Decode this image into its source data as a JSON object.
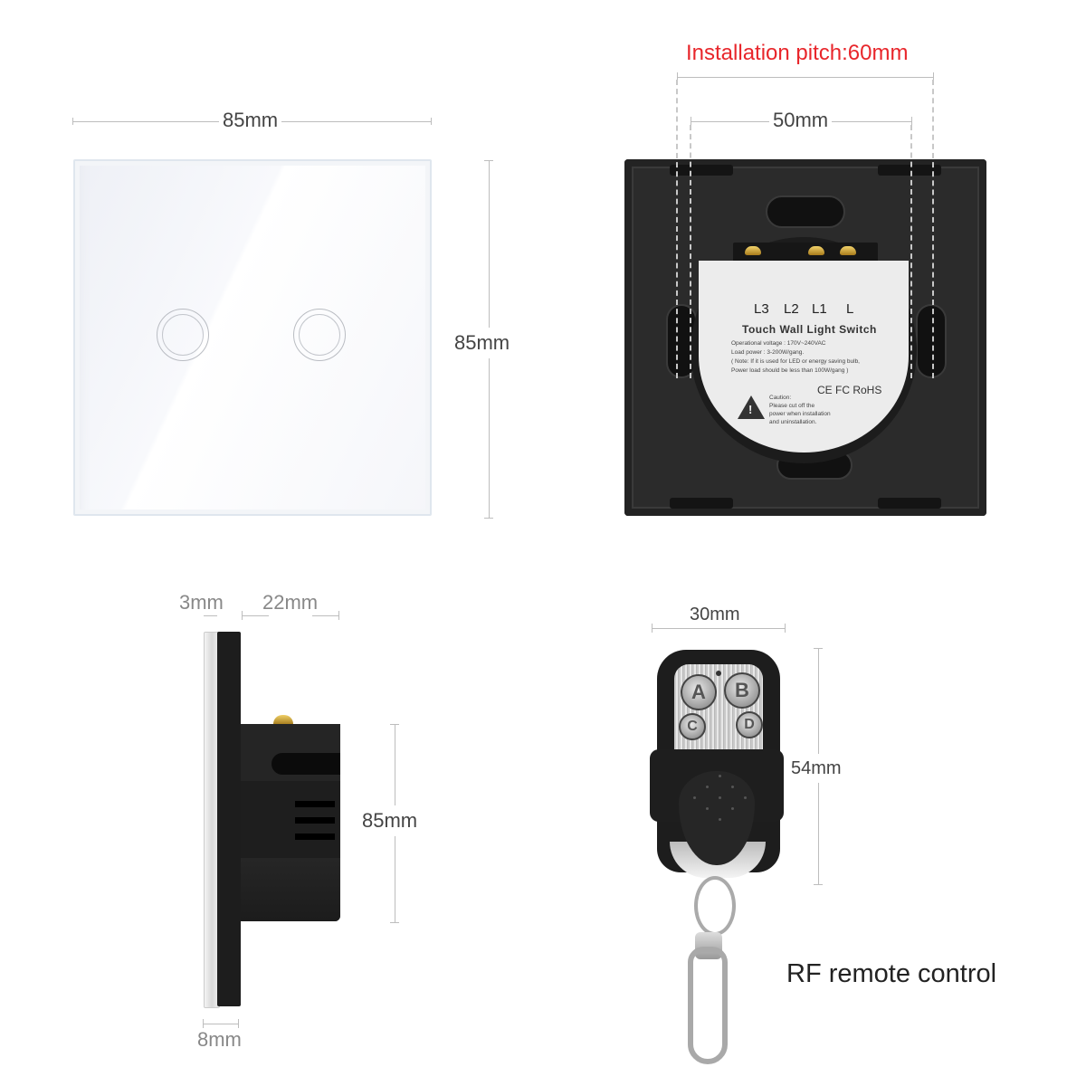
{
  "front_view": {
    "width_label": "85mm",
    "height_label": "85mm",
    "touch_buttons": [
      {
        "id": "button-1"
      },
      {
        "id": "button-2"
      }
    ]
  },
  "back_view": {
    "installation_pitch_label": "Installation pitch:60mm",
    "installation_pitch_color": "#e8262b",
    "inner_spacing_label": "50mm",
    "terminals": [
      "L3",
      "L2",
      "L1",
      "L"
    ],
    "label": {
      "title": "Touch Wall Light Switch",
      "lines": [
        "Operational voltage : 170V~240VAC",
        "Load power : 3-200W/gang.",
        "( Note: If it is used for LED or energy saving bulb,",
        "Power load should be less than 100W/gang )"
      ],
      "certifications": "CE  FC  RoHS",
      "caution_lines": [
        "Caution:",
        "Please cut  off the",
        "power when installation",
        "and uninstallation."
      ]
    }
  },
  "side_view": {
    "glass_thickness_label": "3mm",
    "depth_label": "22mm",
    "height_label": "85mm",
    "plate_thickness_label": "8mm"
  },
  "remote": {
    "width_label": "30mm",
    "height_label": "54mm",
    "buttons": [
      "A",
      "B",
      "C",
      "D"
    ],
    "caption": "RF remote control"
  }
}
